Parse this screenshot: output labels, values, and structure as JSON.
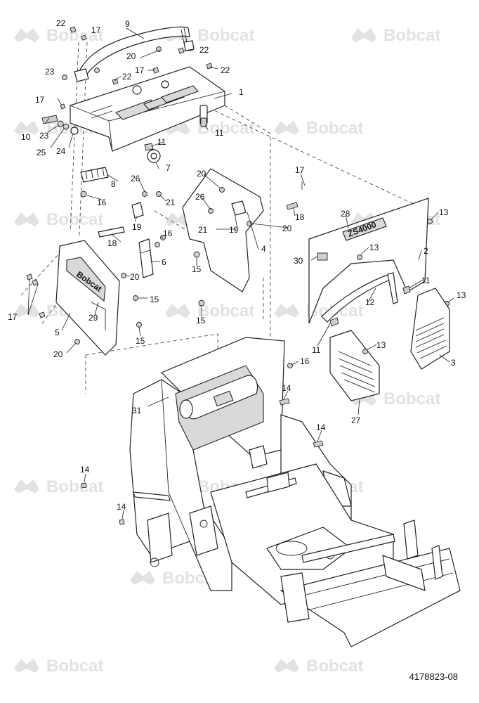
{
  "watermark": {
    "text": "Bobcat",
    "color": "#e2e2e2"
  },
  "reference_number": "4178823-08",
  "panel_labels": {
    "tank_cover": "ZS4000",
    "side_panel": "Bobcat"
  },
  "callouts": [
    {
      "id": "c1",
      "label": "1"
    },
    {
      "id": "c2",
      "label": "2"
    },
    {
      "id": "c3",
      "label": "3"
    },
    {
      "id": "c4",
      "label": "4"
    },
    {
      "id": "c5",
      "label": "5"
    },
    {
      "id": "c6",
      "label": "6"
    },
    {
      "id": "c7",
      "label": "7"
    },
    {
      "id": "c8",
      "label": "8"
    },
    {
      "id": "c9",
      "label": "9"
    },
    {
      "id": "c10",
      "label": "10"
    },
    {
      "id": "c11a",
      "label": "11"
    },
    {
      "id": "c11b",
      "label": "11"
    },
    {
      "id": "c11c",
      "label": "11"
    },
    {
      "id": "c11d",
      "label": "11"
    },
    {
      "id": "c12",
      "label": "12"
    },
    {
      "id": "c13a",
      "label": "13"
    },
    {
      "id": "c13b",
      "label": "13"
    },
    {
      "id": "c13c",
      "label": "13"
    },
    {
      "id": "c13d",
      "label": "13"
    },
    {
      "id": "c14a",
      "label": "14"
    },
    {
      "id": "c14b",
      "label": "14"
    },
    {
      "id": "c14c",
      "label": "14"
    },
    {
      "id": "c14d",
      "label": "14"
    },
    {
      "id": "c15a",
      "label": "15"
    },
    {
      "id": "c15b",
      "label": "15"
    },
    {
      "id": "c15c",
      "label": "15"
    },
    {
      "id": "c15d",
      "label": "15"
    },
    {
      "id": "c16a",
      "label": "16"
    },
    {
      "id": "c16b",
      "label": "16"
    },
    {
      "id": "c16c",
      "label": "16"
    },
    {
      "id": "c17a",
      "label": "17"
    },
    {
      "id": "c17b",
      "label": "17"
    },
    {
      "id": "c17c",
      "label": "17"
    },
    {
      "id": "c17d",
      "label": "17"
    },
    {
      "id": "c17e",
      "label": "17"
    },
    {
      "id": "c18a",
      "label": "18"
    },
    {
      "id": "c18b",
      "label": "18"
    },
    {
      "id": "c19a",
      "label": "19"
    },
    {
      "id": "c19b",
      "label": "19"
    },
    {
      "id": "c20a",
      "label": "20"
    },
    {
      "id": "c20b",
      "label": "20"
    },
    {
      "id": "c20c",
      "label": "20"
    },
    {
      "id": "c20d",
      "label": "20"
    },
    {
      "id": "c20e",
      "label": "20"
    },
    {
      "id": "c21a",
      "label": "21"
    },
    {
      "id": "c21b",
      "label": "21"
    },
    {
      "id": "c22a",
      "label": "22"
    },
    {
      "id": "c22b",
      "label": "22"
    },
    {
      "id": "c22c",
      "label": "22"
    },
    {
      "id": "c22d",
      "label": "22"
    },
    {
      "id": "c23a",
      "label": "23"
    },
    {
      "id": "c23b",
      "label": "23"
    },
    {
      "id": "c24",
      "label": "24"
    },
    {
      "id": "c25",
      "label": "25"
    },
    {
      "id": "c26a",
      "label": "26"
    },
    {
      "id": "c26b",
      "label": "26"
    },
    {
      "id": "c27",
      "label": "27"
    },
    {
      "id": "c28",
      "label": "28"
    },
    {
      "id": "c29",
      "label": "29"
    },
    {
      "id": "c30",
      "label": "30"
    },
    {
      "id": "c31",
      "label": "31"
    }
  ]
}
